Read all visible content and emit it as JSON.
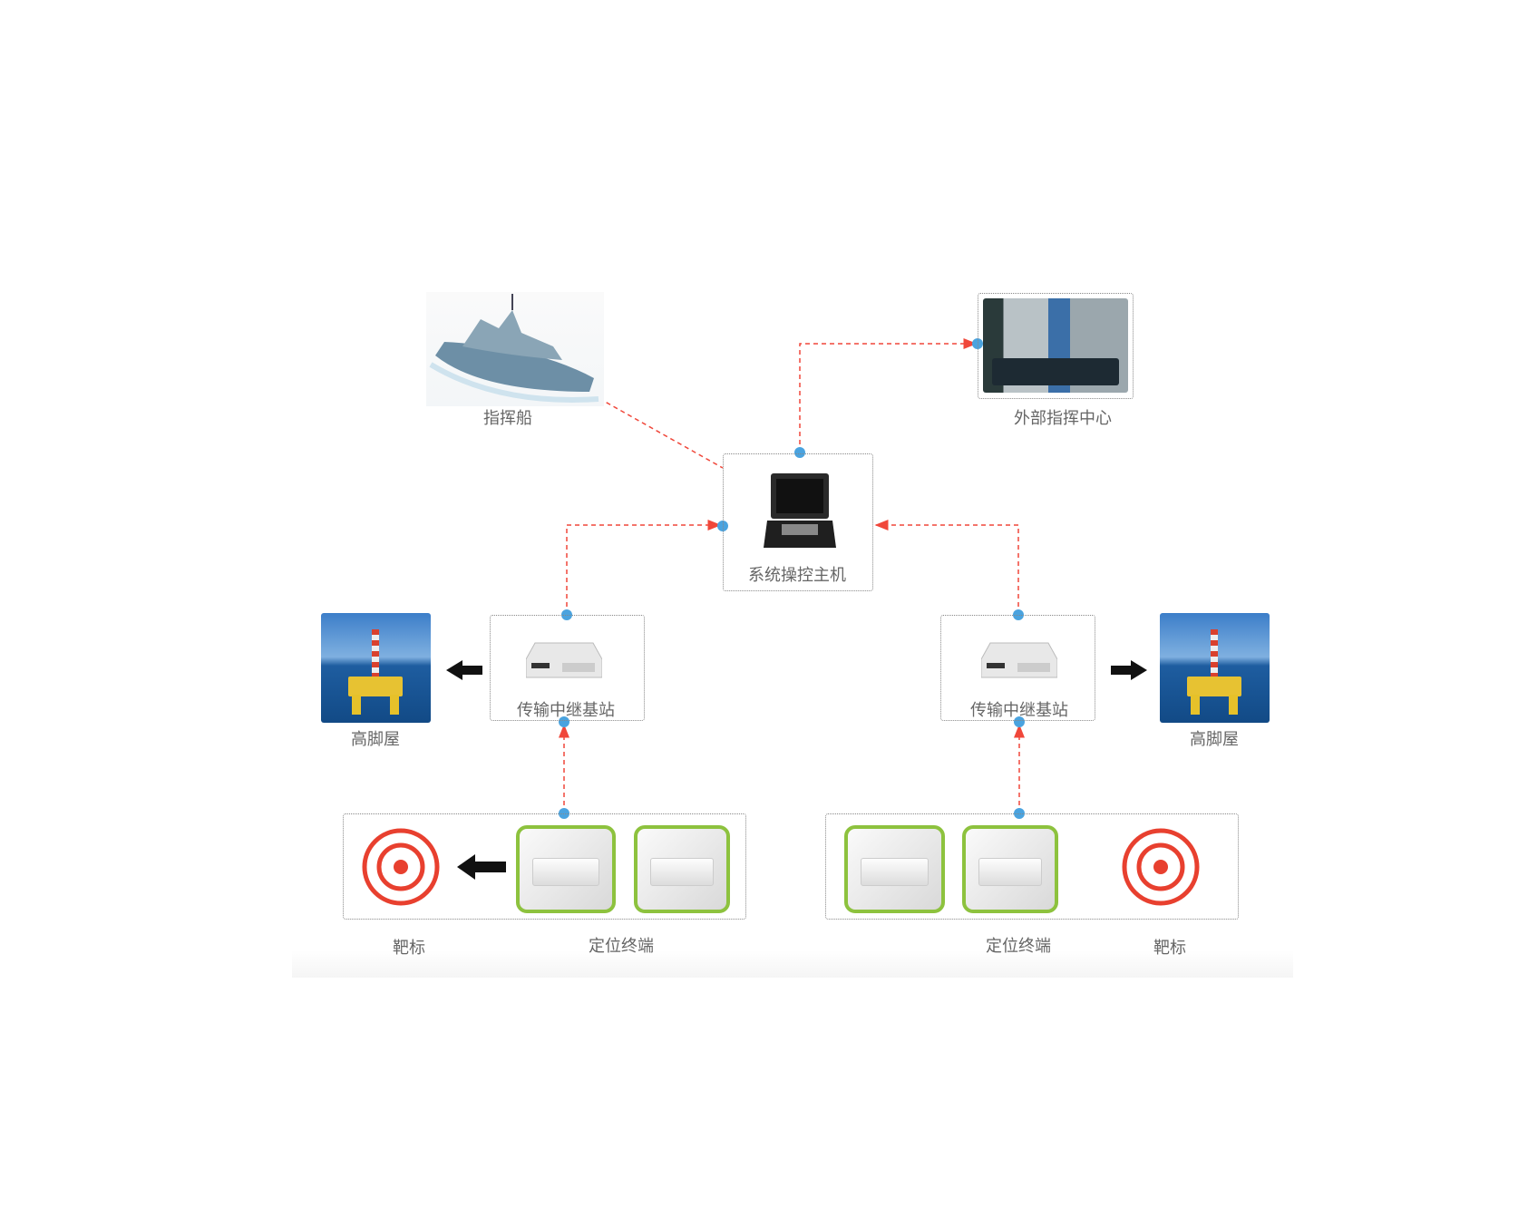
{
  "nodes": {
    "command_ship": "指挥船",
    "external_center": "外部指挥中心",
    "host": "系统操控主机",
    "relay_left": "传输中继基站",
    "relay_right": "传输中继基站",
    "stilt_house_left": "高脚屋",
    "stilt_house_right": "高脚屋",
    "target_left": "靶标",
    "terminal_left": "定位终端",
    "terminal_right": "定位终端",
    "target_right": "靶标"
  },
  "colors": {
    "connector": "#f0473a",
    "port": "#4aa3df",
    "terminal_border": "#8dc23e",
    "target": "#e8402f"
  }
}
